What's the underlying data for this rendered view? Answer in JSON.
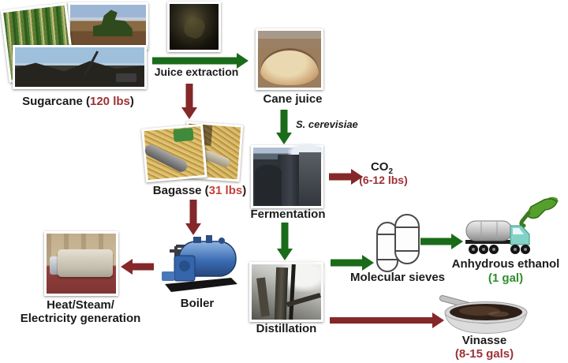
{
  "diagram": {
    "nodes": {
      "sugarcane": {
        "prefix": "Sugarcane (",
        "value": "120 lbs",
        "suffix": ")"
      },
      "juice_extraction": {
        "label": "Juice extraction"
      },
      "cane_juice": {
        "label": "Cane juice"
      },
      "yeast": {
        "label": "S. cerevisiae"
      },
      "fermentation": {
        "label": "Fermentation"
      },
      "co2": {
        "formula": "CO",
        "formula_sub": "2",
        "value": "(6-12 lbs)"
      },
      "bagasse": {
        "prefix": "Bagasse (",
        "value": "31 lbs",
        "suffix": ")"
      },
      "boiler": {
        "label": "Boiler"
      },
      "heat_steam": {
        "line1": "Heat/Steam/",
        "line2": "Electricity generation"
      },
      "distillation": {
        "label": "Distillation"
      },
      "molecular_sieves": {
        "label": "Molecular sieves"
      },
      "anhydrous_ethanol": {
        "label": "Anhydrous ethanol",
        "value": "(1 gal)"
      },
      "vinasse": {
        "label": "Vinasse",
        "value": "(8-15 gals)"
      }
    },
    "edges": [
      {
        "from": "Sugarcane",
        "to": "Cane juice",
        "via": "Juice extraction",
        "color": "green"
      },
      {
        "from": "Juice extraction",
        "to": "Bagasse",
        "color": "maroon"
      },
      {
        "from": "Cane juice",
        "to": "Fermentation",
        "via": "S. cerevisiae",
        "color": "green"
      },
      {
        "from": "Fermentation",
        "to": "CO2",
        "color": "maroon"
      },
      {
        "from": "Bagasse",
        "to": "Boiler",
        "color": "maroon"
      },
      {
        "from": "Boiler",
        "to": "Heat/Steam/Electricity generation",
        "color": "maroon"
      },
      {
        "from": "Fermentation",
        "to": "Distillation",
        "color": "green"
      },
      {
        "from": "Distillation",
        "to": "Molecular sieves",
        "color": "green"
      },
      {
        "from": "Molecular sieves",
        "to": "Anhydrous ethanol",
        "color": "green"
      },
      {
        "from": "Distillation",
        "to": "Vinasse",
        "color": "maroon"
      }
    ],
    "colors": {
      "arrow_green": "#1a6b1a",
      "arrow_maroon": "#842829",
      "value_dark_red": "#9c3136",
      "value_bright_red": "#c4403c",
      "value_green": "#2f8d2f",
      "label_black": "#1b1b1b"
    }
  }
}
